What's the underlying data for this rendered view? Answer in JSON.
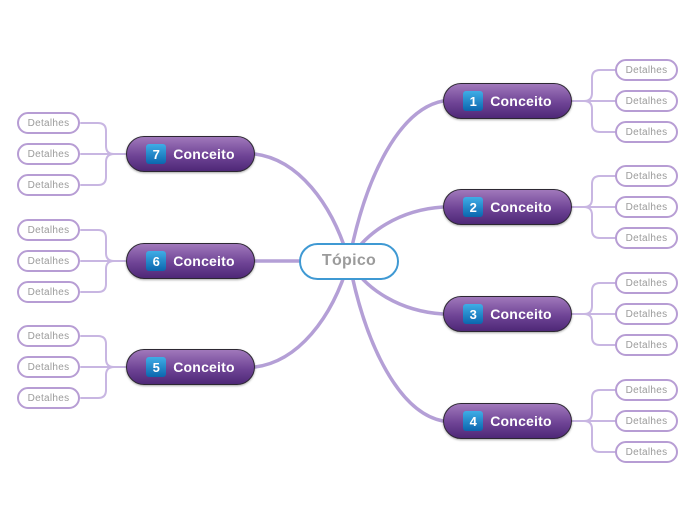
{
  "diagram": {
    "root": {
      "label": "Tópico"
    },
    "branches": [
      {
        "number": "1",
        "label": "Conceito",
        "side": "right",
        "row": 0,
        "details": [
          "Detalhes",
          "Detalhes",
          "Detalhes"
        ]
      },
      {
        "number": "2",
        "label": "Conceito",
        "side": "right",
        "row": 1,
        "details": [
          "Detalhes",
          "Detalhes",
          "Detalhes"
        ]
      },
      {
        "number": "3",
        "label": "Conceito",
        "side": "right",
        "row": 2,
        "details": [
          "Detalhes",
          "Detalhes",
          "Detalhes"
        ]
      },
      {
        "number": "4",
        "label": "Conceito",
        "side": "right",
        "row": 3,
        "details": [
          "Detalhes",
          "Detalhes",
          "Detalhes"
        ]
      },
      {
        "number": "7",
        "label": "Conceito",
        "side": "left",
        "row": 0,
        "details": [
          "Detalhes",
          "Detalhes",
          "Detalhes"
        ]
      },
      {
        "number": "6",
        "label": "Conceito",
        "side": "left",
        "row": 1,
        "details": [
          "Detalhes",
          "Detalhes",
          "Detalhes"
        ]
      },
      {
        "number": "5",
        "label": "Conceito",
        "side": "left",
        "row": 2,
        "details": [
          "Detalhes",
          "Detalhes",
          "Detalhes"
        ]
      }
    ]
  },
  "colors": {
    "purple_light": "#a078bb",
    "purple_mid": "#6f4496",
    "purple_dark": "#4e2877",
    "badge_blue_light": "#3fade6",
    "badge_blue_dark": "#0b66ae",
    "root_border_blue": "#3f99d3",
    "detail_border_purple": "#b79dd4",
    "branch_curve_purple": "#b49fd6",
    "elbow_connector_purple": "#c8b6e2",
    "gray_text": "#9b9b9b",
    "background": "#ffffff"
  }
}
